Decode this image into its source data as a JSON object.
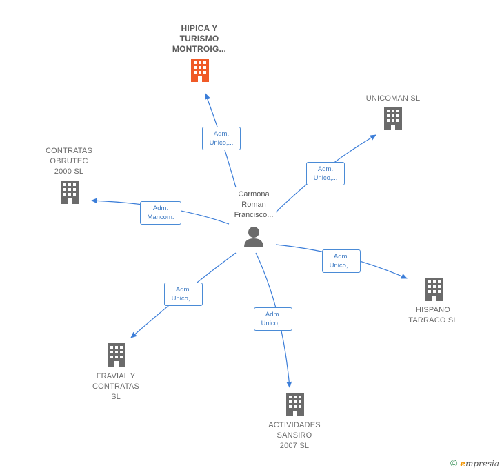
{
  "center": {
    "lines": [
      "Carmona",
      "Roman",
      "Francisco..."
    ],
    "icon": "person-icon"
  },
  "companies": [
    {
      "id": "hipica",
      "lines": [
        "HIPICA Y",
        "TURISMO",
        "MONTROIG..."
      ],
      "icon": "building-icon",
      "color": "#f05a28",
      "highlight": true
    },
    {
      "id": "unicoman",
      "lines": [
        "UNICOMAN  SL"
      ],
      "icon": "building-icon",
      "color": "#6b6b6b"
    },
    {
      "id": "contratas",
      "lines": [
        "CONTRATAS",
        "OBRUTEC",
        "2000 SL"
      ],
      "icon": "building-icon",
      "color": "#6b6b6b"
    },
    {
      "id": "hispano",
      "lines": [
        "HISPANO",
        "TARRACO SL"
      ],
      "icon": "building-icon",
      "color": "#6b6b6b"
    },
    {
      "id": "fravial",
      "lines": [
        "FRAVIAL Y",
        "CONTRATAS",
        "SL"
      ],
      "icon": "building-icon",
      "color": "#6b6b6b"
    },
    {
      "id": "actividades",
      "lines": [
        "ACTIVIDADES",
        "SANSIRO",
        "2007 SL"
      ],
      "icon": "building-icon",
      "color": "#6b6b6b"
    }
  ],
  "edges": [
    {
      "to": "hipica",
      "lines": [
        "Adm.",
        "Unico,..."
      ]
    },
    {
      "to": "unicoman",
      "lines": [
        "Adm.",
        "Unico,..."
      ]
    },
    {
      "to": "contratas",
      "lines": [
        "Adm.",
        "Mancom."
      ]
    },
    {
      "to": "hispano",
      "lines": [
        "Adm.",
        "Unico,..."
      ]
    },
    {
      "to": "fravial",
      "lines": [
        "Adm.",
        "Unico,..."
      ]
    },
    {
      "to": "actividades",
      "lines": [
        "Adm.",
        "Unico,..."
      ]
    }
  ],
  "colors": {
    "edge": "#3b7dd8",
    "building": "#6b6b6b",
    "highlight": "#f05a28",
    "person": "#6b6b6b"
  },
  "footer": {
    "symbol": "©",
    "brand_initial": "e",
    "brand_rest": "mpresia"
  }
}
